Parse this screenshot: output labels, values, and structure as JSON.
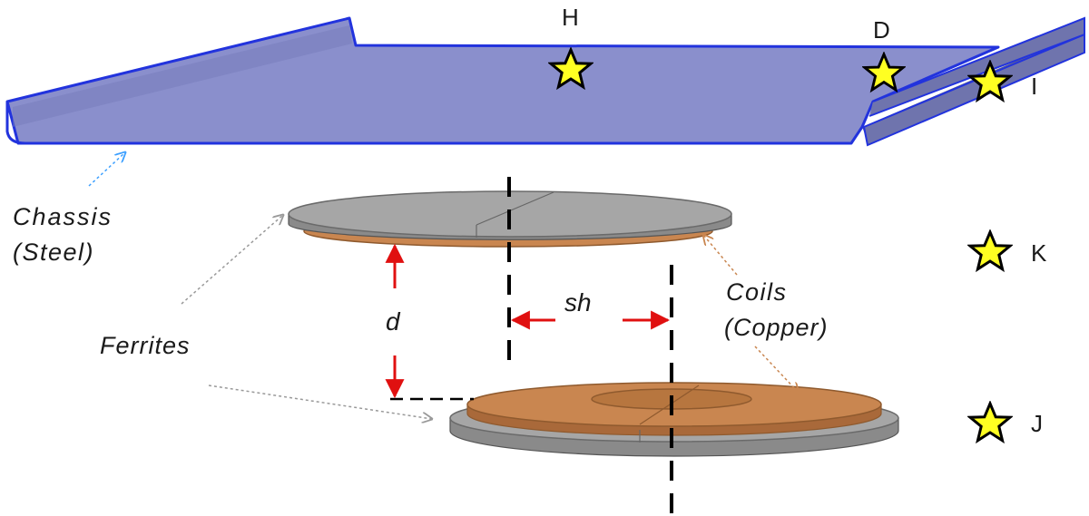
{
  "labels": {
    "chassis_line1": "Chassis",
    "chassis_line2": "(Steel)",
    "ferrites": "Ferrites",
    "coils_line1": "Coils",
    "coils_line2": "(Copper)",
    "d": "d",
    "sh": "sh"
  },
  "markers": {
    "H": "H",
    "D": "D",
    "I": "I",
    "K": "K",
    "J": "J"
  },
  "colors": {
    "chassis_fill": "#8a8fcc",
    "chassis_edge": "#2233dd",
    "chassis_side": "#5d6290",
    "ferrite": "#a6a6a6",
    "ferrite_dark": "#7c7c7c",
    "copper": "#c98650",
    "copper_dark": "#8f5a2e",
    "star_fill": "#ffff22",
    "arrow_red": "#e01010"
  }
}
